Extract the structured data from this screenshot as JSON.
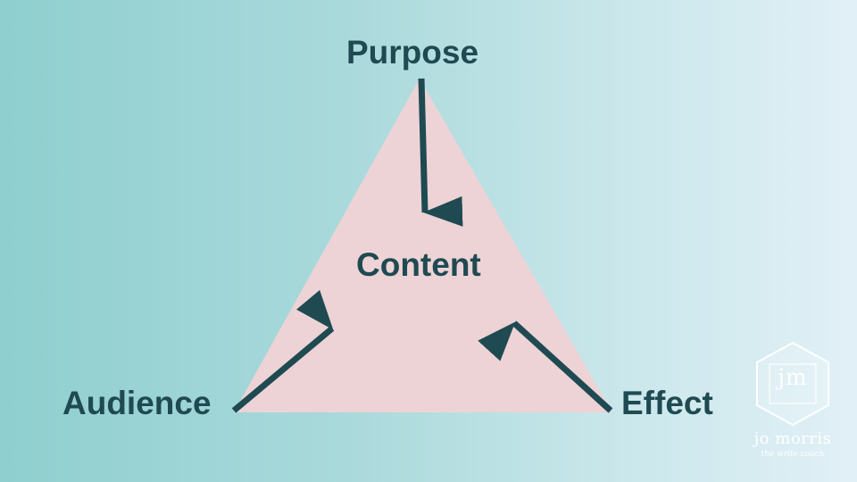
{
  "colors": {
    "triangle_fill": "#edd3d6",
    "arrow": "#1f4a52",
    "text": "#1f4a52",
    "background_left": "#8fcfcf",
    "background_right": "#e1f0f6",
    "logo": "#ffffff"
  },
  "diagram": {
    "center": "Content",
    "top": "Purpose",
    "bottom_left": "Audience",
    "bottom_right": "Effect",
    "arrows": [
      {
        "from": "Purpose",
        "to": "Content"
      },
      {
        "from": "Audience",
        "to": "Content"
      },
      {
        "from": "Effect",
        "to": "Content"
      }
    ]
  },
  "logo": {
    "mark": "jm",
    "name": "jo morris",
    "tagline": "the write coach",
    "icon": "hexagon-monogram-icon"
  }
}
